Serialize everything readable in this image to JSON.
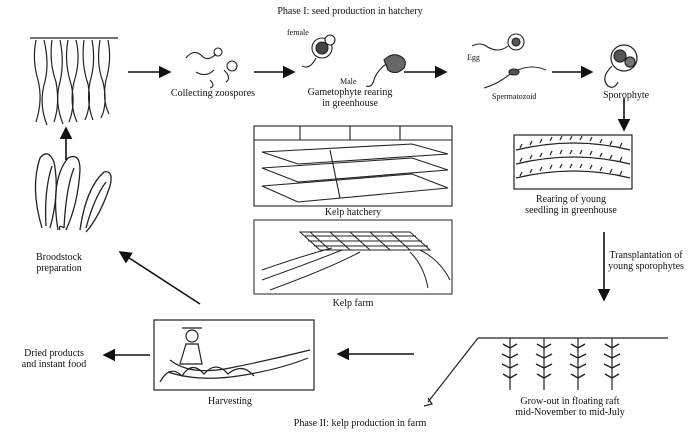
{
  "phase1_title": "Phase I: seed production in hatchery",
  "phase2_title": "Phase II: kelp production in farm",
  "steps": {
    "collecting": [
      "Collecting zoospores"
    ],
    "gametophyte": [
      "Gametophyte rearing",
      "in greenhouse"
    ],
    "sporophyte": [
      "Sporophyte"
    ],
    "rearing": [
      "Rearing of young",
      "seedling in greenhouse"
    ],
    "transplant": [
      "Transplantation of",
      "young sporophytes"
    ],
    "growout": [
      "Grow-out in floating raft",
      "mid-November to mid-July"
    ],
    "harvesting": [
      "Harvesting"
    ],
    "dried": [
      "Dried products",
      "and instant food"
    ],
    "broodstock": [
      "Broodstock",
      "preparation"
    ]
  },
  "sub_labels": {
    "female": "female",
    "male": "Male",
    "egg": "Egg",
    "spermatozoid": "Spermatozoid"
  },
  "panels": {
    "hatchery": "Kelp hatchery",
    "farm": "Kelp farm"
  }
}
